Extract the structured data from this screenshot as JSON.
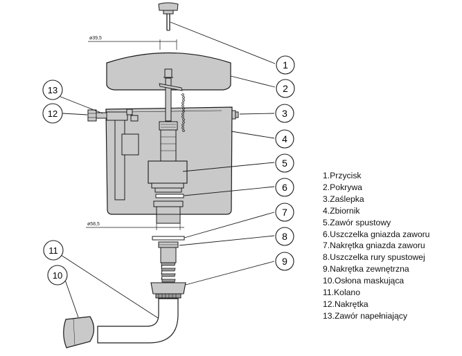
{
  "colors": {
    "fill": "#c9c9c9",
    "fill_dark": "#9a9a9a",
    "line": "#1a1a1a",
    "background": "#ffffff"
  },
  "dimensions": {
    "top": "ø39,5",
    "bottom": "ø58,5"
  },
  "callouts": [
    "1",
    "2",
    "3",
    "4",
    "5",
    "6",
    "7",
    "8",
    "9",
    "10",
    "11",
    "12",
    "13"
  ],
  "legend": [
    "1.Przycisk",
    "2.Pokrywa",
    "3.Zaślepka",
    "4.Zbiornik",
    "5.Zawór spustowy",
    "6.Uszczelka gniazda zaworu",
    "7.Nakrętka gniazda zaworu",
    "8.Uszczelka rury spustowej",
    "9.Nakrętka zewnętrzna",
    "10.Osłona maskująca",
    "11.Kolano",
    "12.Nakrętka",
    "13.Zawór napełniający"
  ]
}
